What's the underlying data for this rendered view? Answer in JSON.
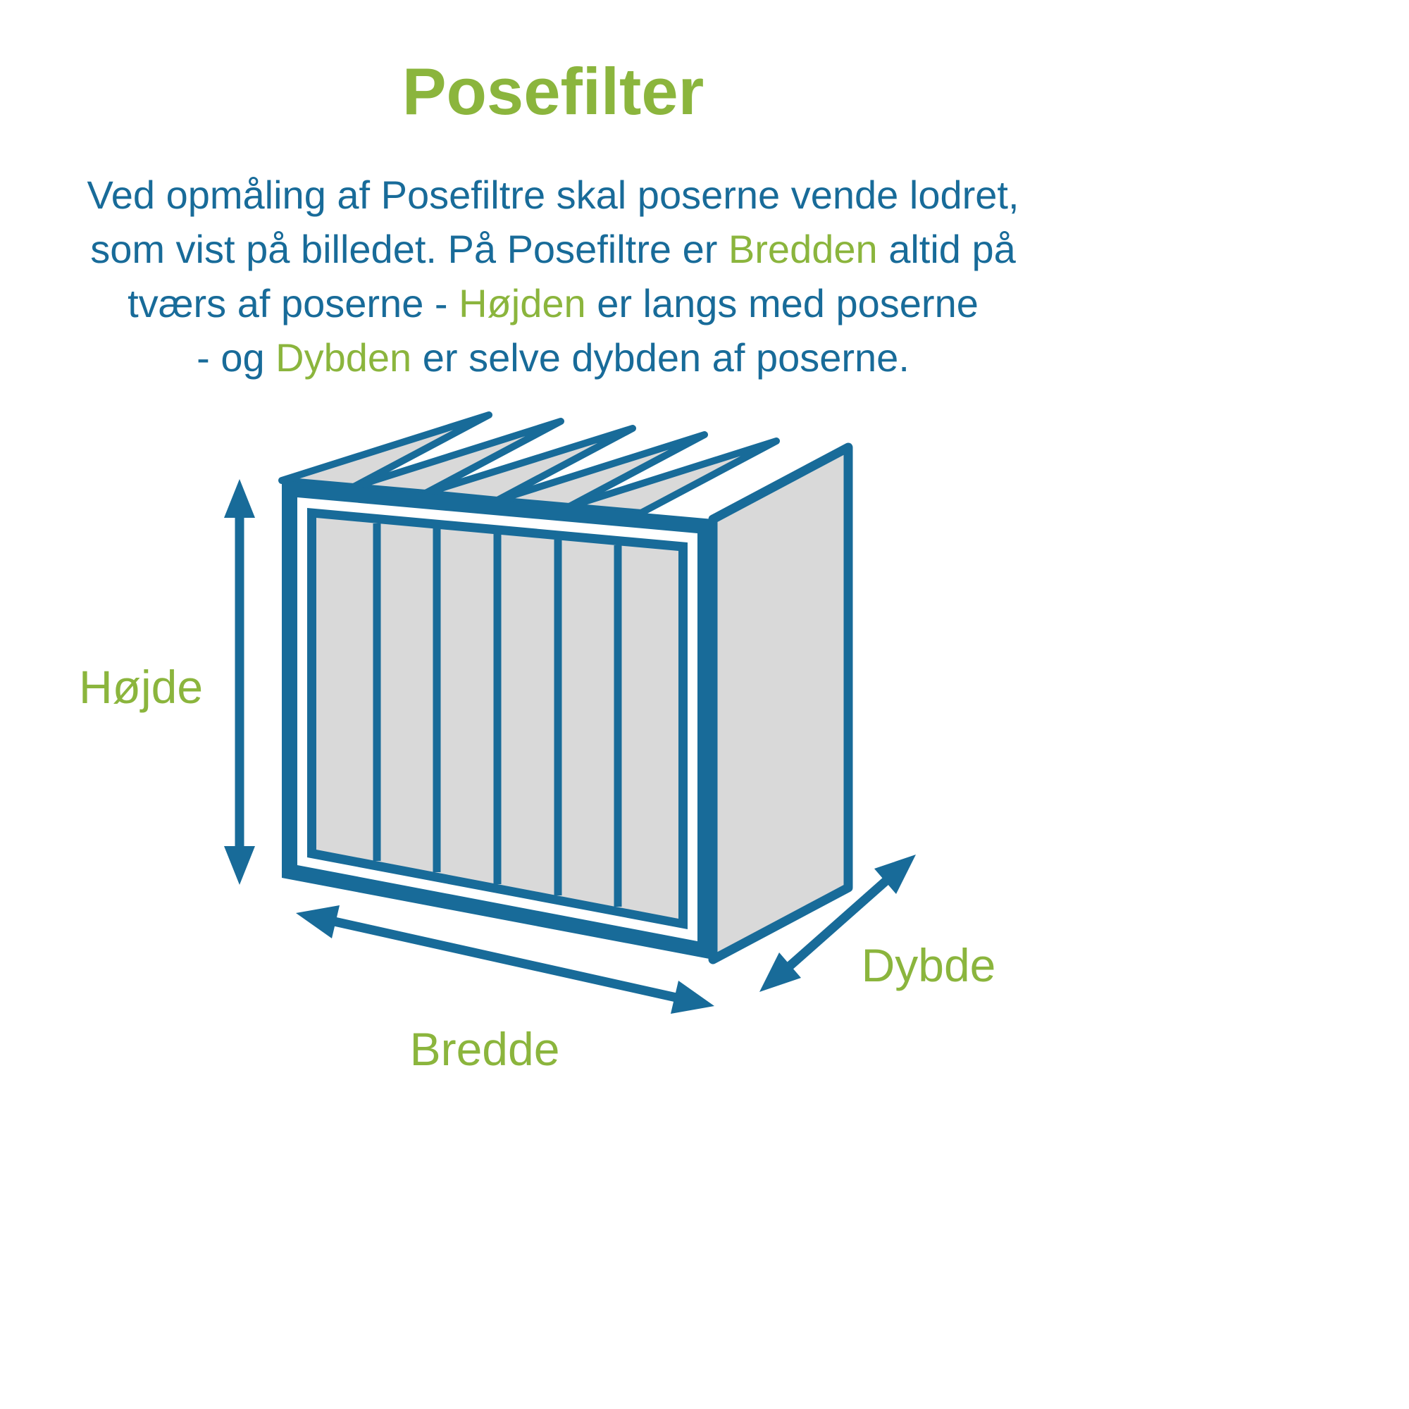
{
  "title": "Posefilter",
  "colors": {
    "accent_green": "#8BB53D",
    "accent_blue": "#186B99",
    "panel_gray": "#D9D9D9",
    "background": "#FFFFFF"
  },
  "intro": {
    "lines": [
      {
        "segments": [
          {
            "text": "Ved opmåling af Posefiltre skal poserne vende lodret,",
            "color": "blue"
          }
        ]
      },
      {
        "segments": [
          {
            "text": "som vist på billedet. På Posefiltre er ",
            "color": "blue"
          },
          {
            "text": "Bredden",
            "color": "green"
          },
          {
            "text": " altid på",
            "color": "blue"
          }
        ]
      },
      {
        "segments": [
          {
            "text": "tværs af poserne - ",
            "color": "blue"
          },
          {
            "text": "Højden",
            "color": "green"
          },
          {
            "text": " er langs med poserne",
            "color": "blue"
          }
        ]
      },
      {
        "segments": [
          {
            "text": "- og ",
            "color": "blue"
          },
          {
            "text": "Dybden",
            "color": "green"
          },
          {
            "text": " er selve dybden af poserne.",
            "color": "blue"
          }
        ]
      }
    ]
  },
  "diagram": {
    "labels": {
      "height": "Højde",
      "width": "Bredde",
      "depth": "Dybde"
    }
  }
}
